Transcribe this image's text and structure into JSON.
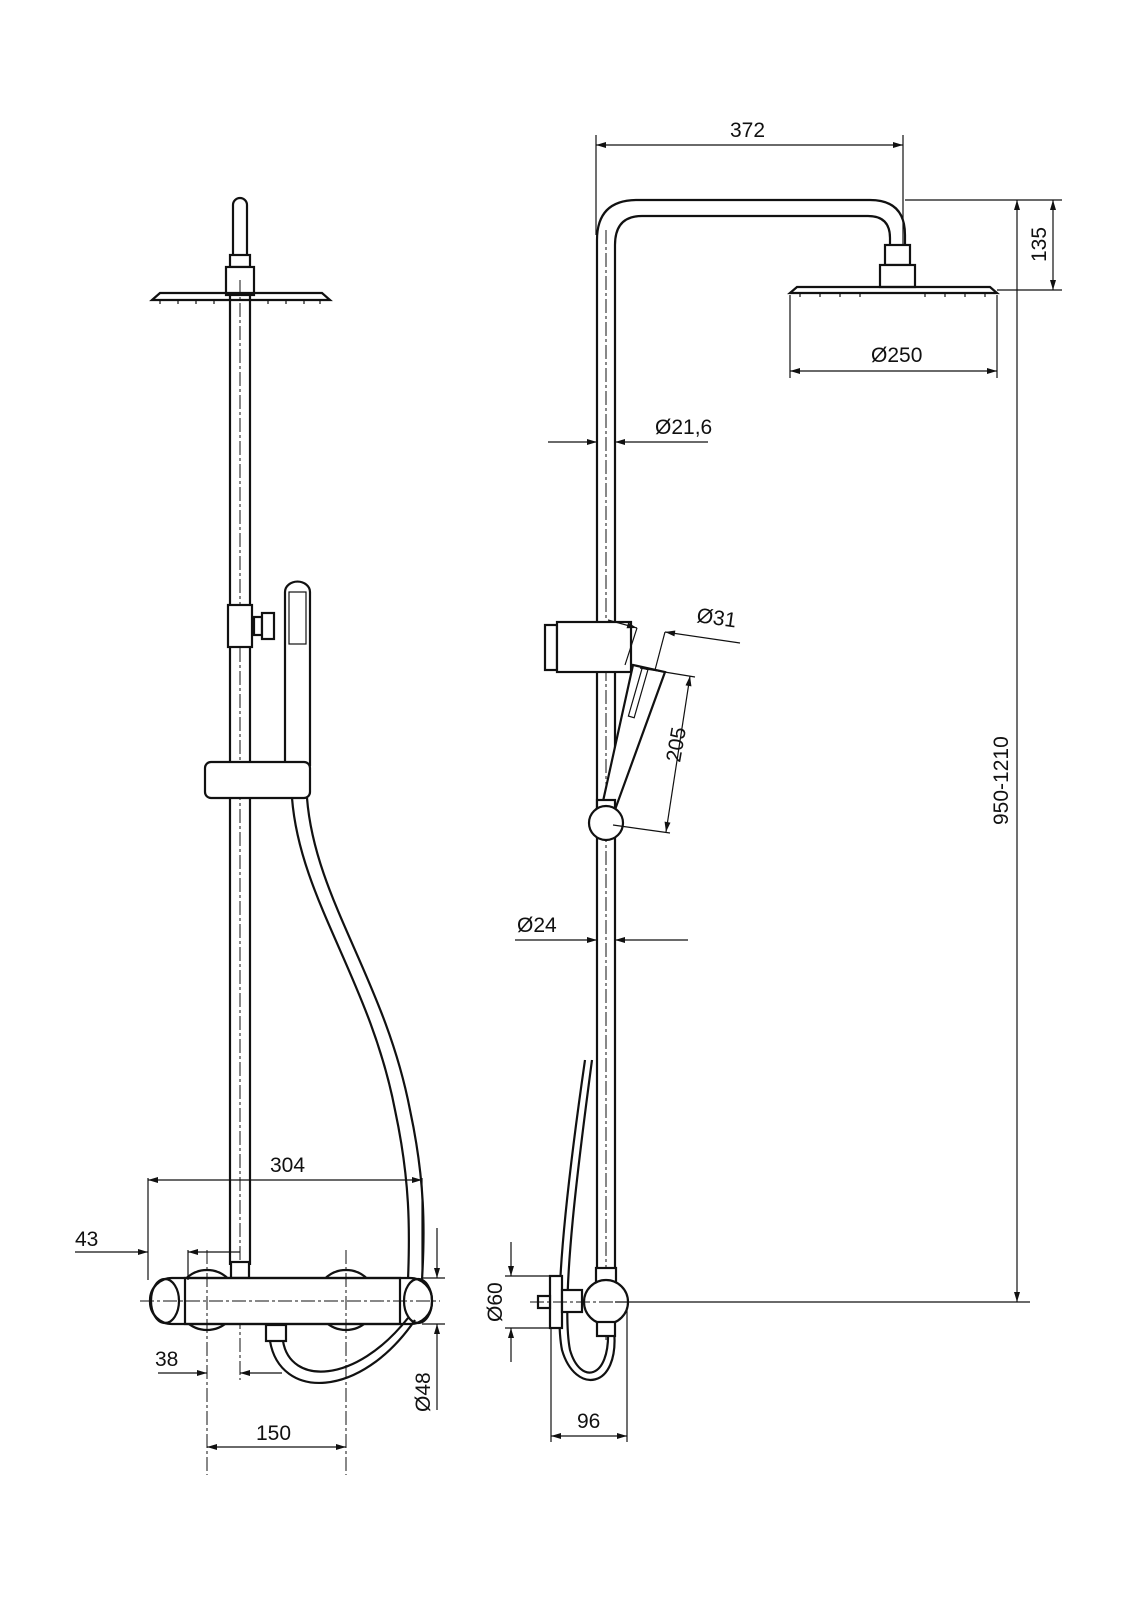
{
  "drawing": {
    "front_view": {
      "dimensions": {
        "width_total": "304",
        "offset_left": "43",
        "offset_small": "38",
        "inlet_spacing": "150",
        "body_diameter": "Ø48"
      }
    },
    "side_view": {
      "dimensions": {
        "arm_reach": "372",
        "head_drop": "135",
        "head_diameter": "Ø250",
        "pipe_upper_diameter": "Ø21,6",
        "hand_shower_diameter": "Ø31",
        "hand_shower_length": "205",
        "height_range": "950-1210",
        "pipe_lower_diameter": "Ø24",
        "body_diameter": "Ø60",
        "wall_projection": "96"
      }
    }
  }
}
